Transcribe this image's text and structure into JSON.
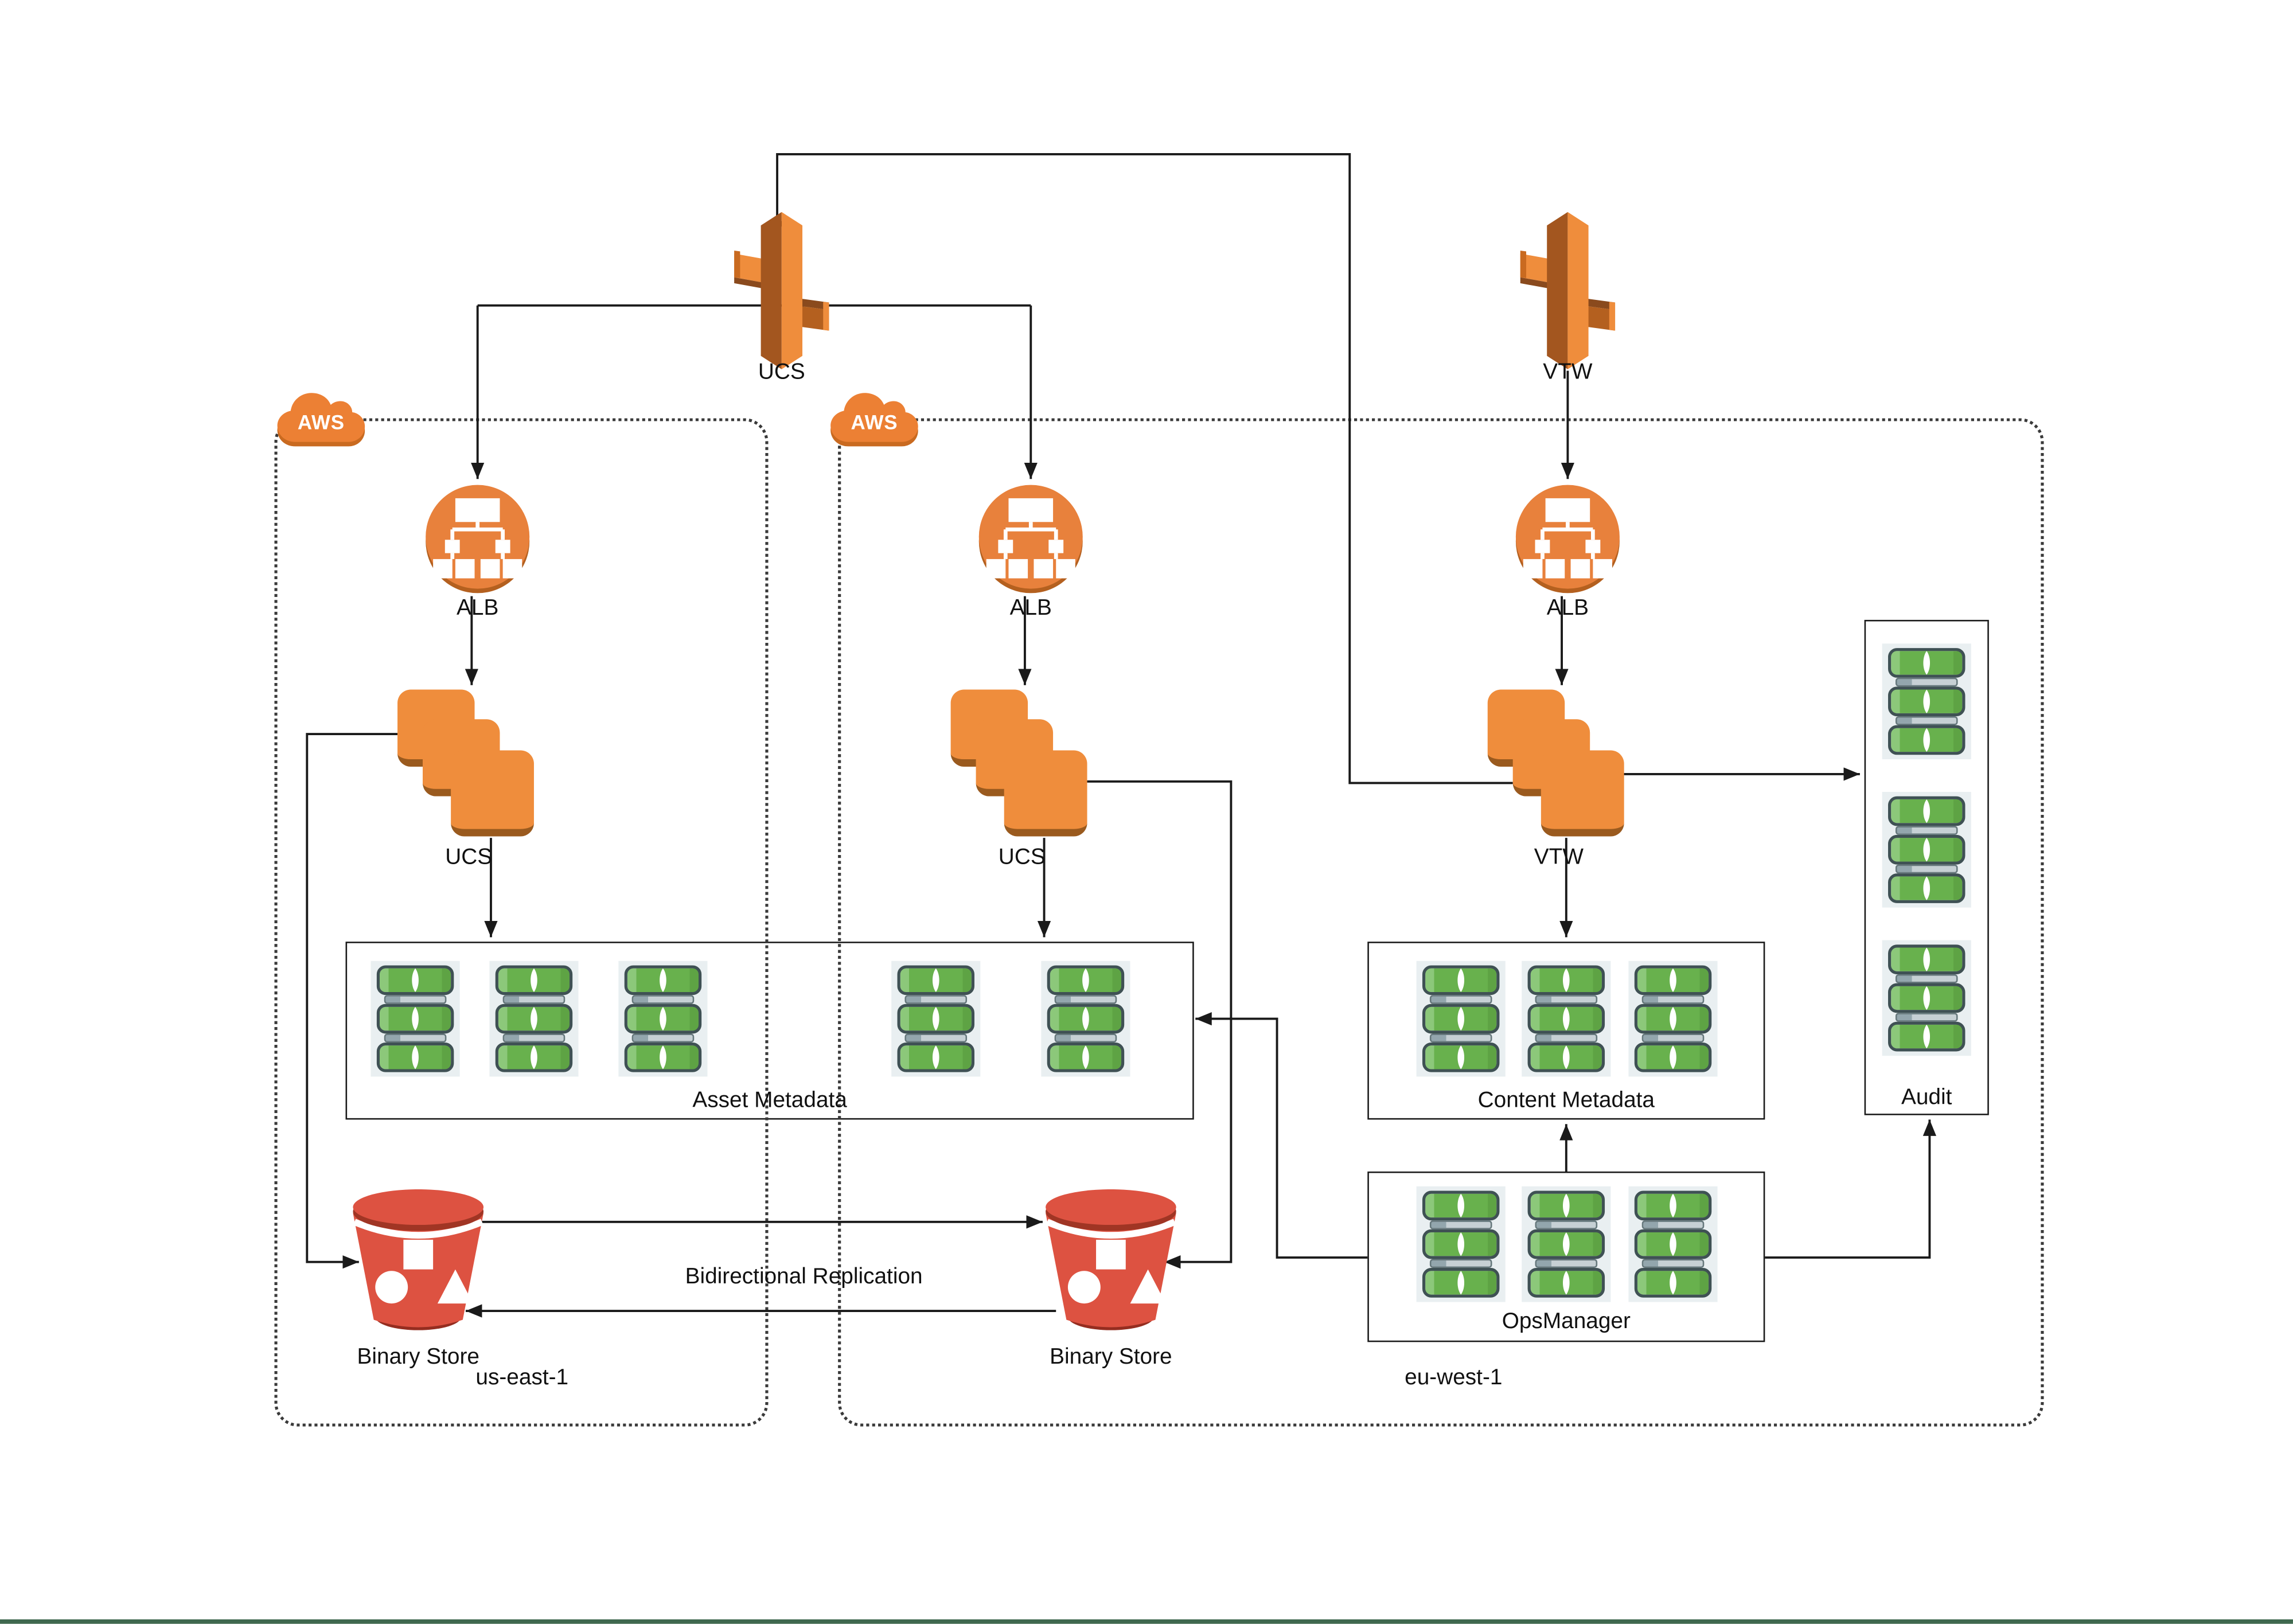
{
  "gateways": {
    "ucs": "UCS",
    "vtw": "VTW"
  },
  "columns": [
    {
      "alb": "ALB",
      "stack": "UCS"
    },
    {
      "alb": "ALB",
      "stack": "UCS"
    },
    {
      "alb": "ALB",
      "stack": "VTW"
    }
  ],
  "clusters": {
    "asset": {
      "label": "Asset Metadata",
      "db_stacks": 5
    },
    "content": {
      "label": "Content Metadata",
      "db_stacks": 3
    },
    "ops": {
      "label": "OpsManager",
      "db_stacks": 3
    },
    "audit": {
      "label": "Audit",
      "db_stacks": 3
    }
  },
  "buckets": [
    {
      "label": "Binary Store"
    },
    {
      "label": "Binary Store"
    }
  ],
  "replication_label": "Bidirectional Replication",
  "regions": [
    {
      "badge": "AWS",
      "name": "us-east-1"
    },
    {
      "badge": "AWS",
      "name": "eu-west-1"
    }
  ],
  "colors": {
    "aws_orange": "#EC8034",
    "orange_face_light": "#EF8D3C",
    "orange_face_dark": "#A3561F",
    "mongo_green": "#68B14D",
    "db_border_slate": "#3F5154",
    "db_panel_gray": "#E9EFF1",
    "s3_red": "#DD5241",
    "s3_red_dark": "#952D20",
    "edge_black": "#1A1A1A",
    "footer_green": "#3F684E"
  }
}
